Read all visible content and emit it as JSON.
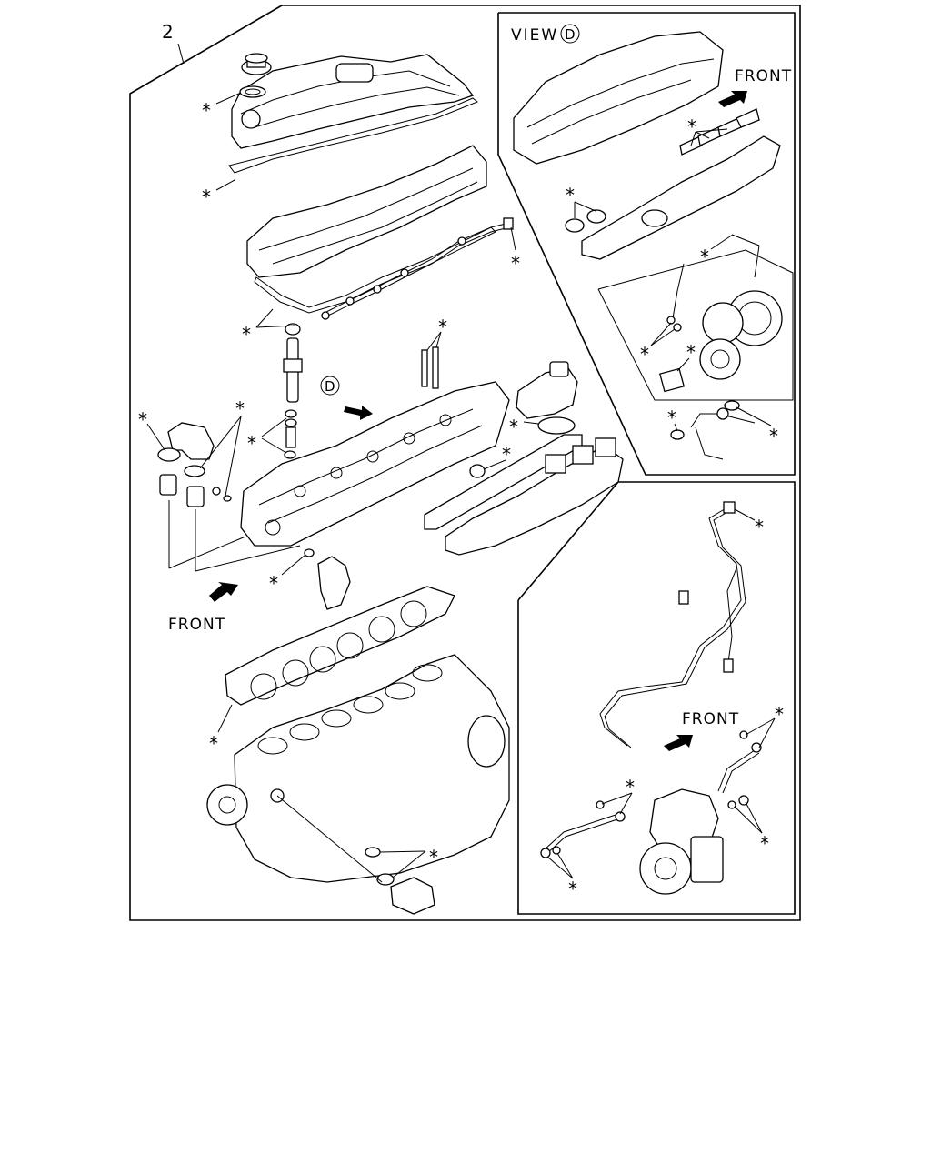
{
  "diagram": {
    "ref_number": "2",
    "view_label": "VIEW",
    "view_letter": "D",
    "callout_letter": "D",
    "front_main": "FRONT",
    "front_view_d": "FRONT",
    "front_pump": "FRONT",
    "asterisk": "⁎",
    "colors": {
      "line": "#000000",
      "background": "#ffffff"
    }
  }
}
